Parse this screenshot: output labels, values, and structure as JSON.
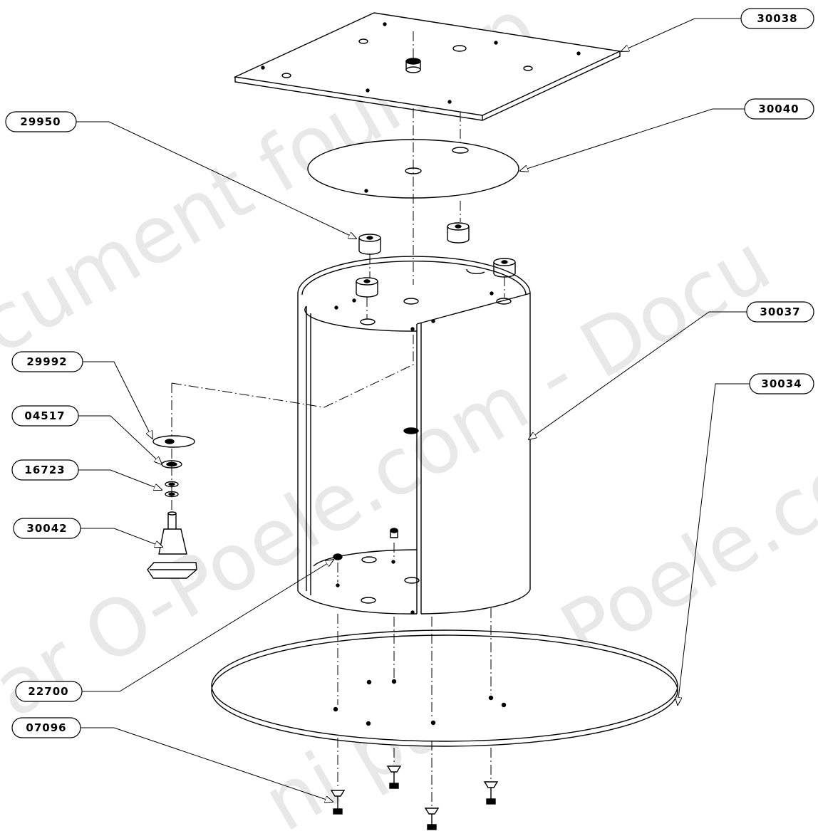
{
  "watermark": {
    "line1": "cument fourni p",
    "line2": "ar O-Poele.com - Docu",
    "line3": "ni par O-Poele.co"
  },
  "parts": [
    {
      "id": "30038",
      "label": "30038"
    },
    {
      "id": "30040",
      "label": "30040"
    },
    {
      "id": "29950",
      "label": "29950"
    },
    {
      "id": "30037",
      "label": "30037"
    },
    {
      "id": "29992",
      "label": "29992"
    },
    {
      "id": "04517",
      "label": "04517"
    },
    {
      "id": "16723",
      "label": "16723"
    },
    {
      "id": "30042",
      "label": "30042"
    },
    {
      "id": "30034",
      "label": "30034"
    },
    {
      "id": "22700",
      "label": "22700"
    },
    {
      "id": "07096",
      "label": "07096"
    }
  ],
  "colors": {
    "line": "#000000",
    "watermark": "#e8e8e8",
    "background": "#ffffff"
  }
}
